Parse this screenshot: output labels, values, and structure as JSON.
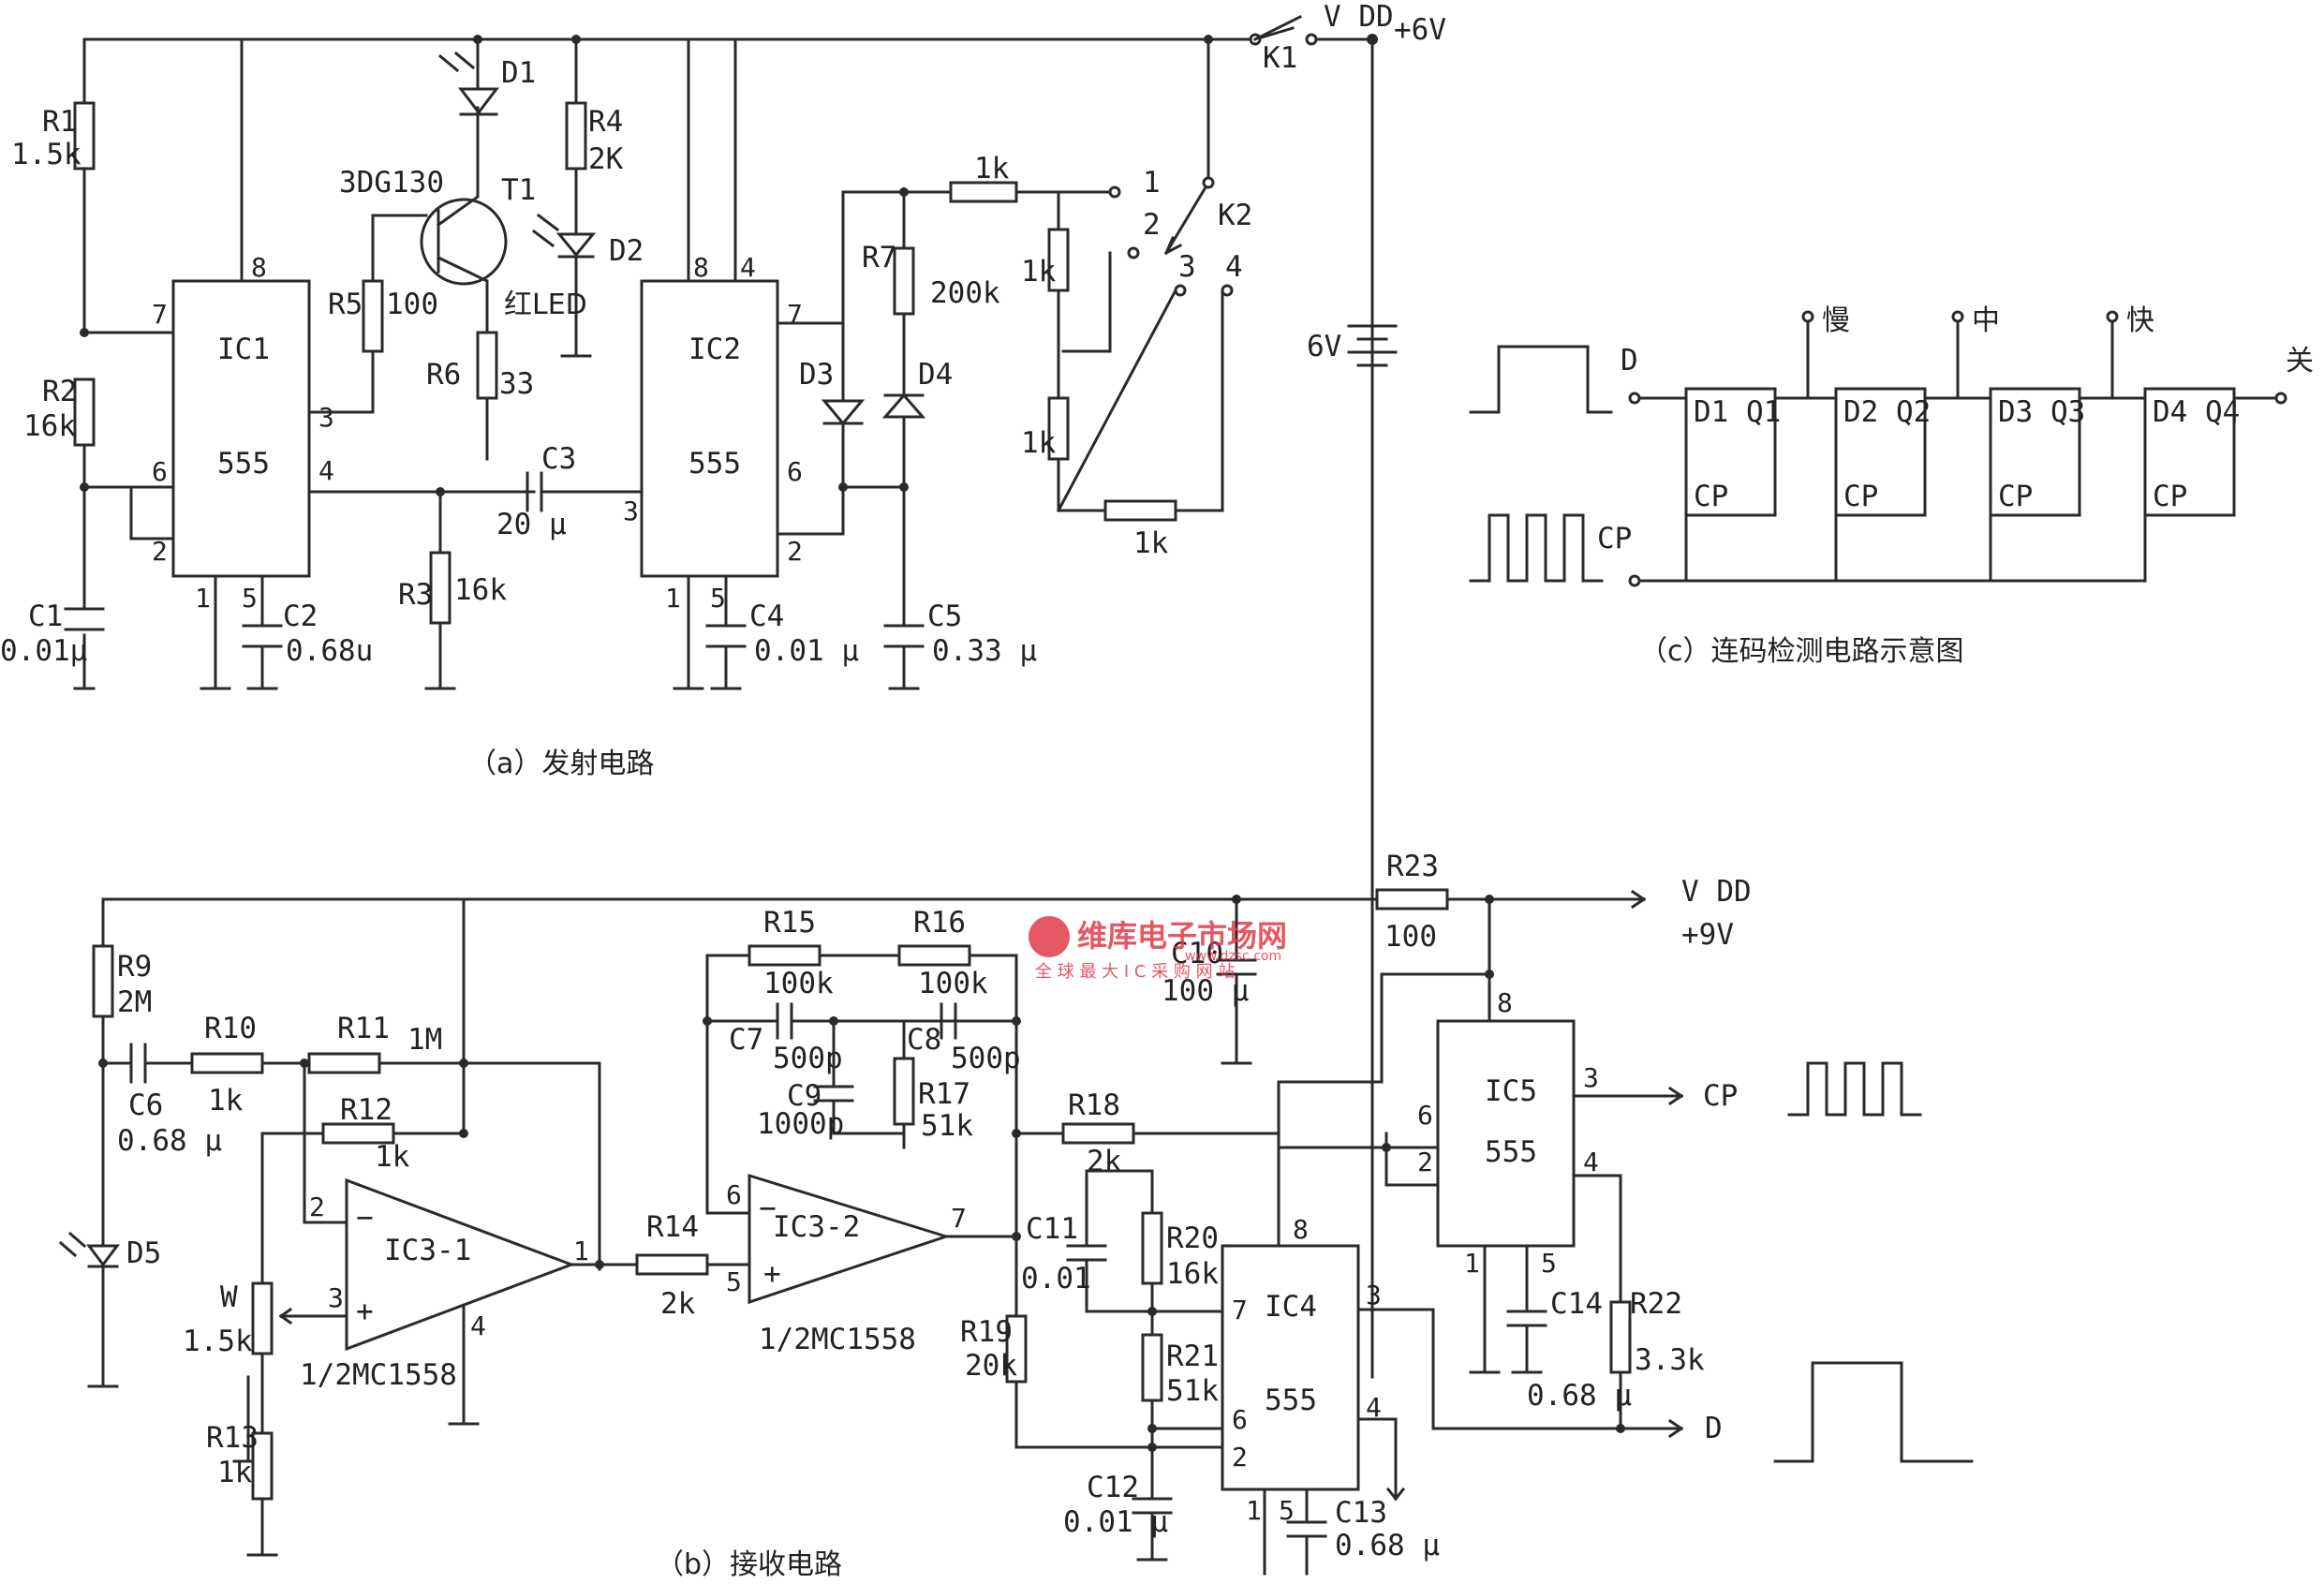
{
  "watermark": {
    "line1": "维库电子市场网",
    "line2": "全 球 最 大 I C 采 购 网 站",
    "url": "www.dzsc.com",
    "color": "#e03a4a"
  },
  "captions": {
    "a": "（a）发射电路",
    "b": "（b）接收电路",
    "c": "（c）连码检测电路示意图"
  },
  "power": {
    "vdd_a": "V DD",
    "vdd_a_val": "+6V",
    "k1": "K1",
    "battery": "6V",
    "vdd_b": "V DD",
    "vdd_b_val": "+9V"
  },
  "ic1": {
    "name": "IC1",
    "type": "555",
    "pins": [
      "8",
      "7",
      "6",
      "2",
      "1",
      "5",
      "3",
      "4"
    ]
  },
  "ic2": {
    "name": "IC2",
    "type": "555",
    "pins": [
      "8",
      "4",
      "7",
      "6",
      "3",
      "2",
      "1",
      "5"
    ]
  },
  "ic4": {
    "name": "IC4",
    "type": "555",
    "pins": [
      "8",
      "7",
      "6",
      "2",
      "1",
      "5",
      "3",
      "4"
    ]
  },
  "ic5": {
    "name": "IC5",
    "type": "555",
    "pins": [
      "8",
      "6",
      "2",
      "1",
      "5",
      "3",
      "4"
    ]
  },
  "op1": {
    "name": "IC3-1",
    "part": "1/2MC1558",
    "pins": [
      "2",
      "3",
      "1",
      "4"
    ],
    "minus": "−",
    "plus": "+"
  },
  "op2": {
    "name": "IC3-2",
    "part": "1/2MC1558",
    "pins": [
      "6",
      "5",
      "7"
    ],
    "minus": "−",
    "plus": "+"
  },
  "parts_a": {
    "r1": "R1",
    "r1v": "1.5k",
    "r2": "R2",
    "r2v": "16k",
    "r3": "R3",
    "r3v": "16k",
    "r4": "R4",
    "r4v": "2K",
    "r5": "R5",
    "r5v": "100",
    "r6": "R6",
    "r6v": "33",
    "r7": "R7",
    "r7v": "200k",
    "c1": "C1",
    "c1v": "0.01μ",
    "c2": "C2",
    "c2v": "0.68u",
    "c3": "C3",
    "c3v": "20 μ",
    "c4": "C4",
    "c4v": "0.01 μ",
    "c5": "C5",
    "c5v": "0.33 μ",
    "d1": "D1",
    "d2": "D2",
    "d3": "D3",
    "d4": "D4",
    "t1": "T1",
    "t1type": "3DG130",
    "redled": "红LED",
    "k2": "K2",
    "k_1": "1",
    "k_2": "2",
    "k_3": "3",
    "k_4": "4",
    "rk1": "1k",
    "rk2": "1k",
    "rk3": "1k",
    "rk4": "1k"
  },
  "parts_b": {
    "r9": "R9",
    "r9v": "2M",
    "r10": "R10",
    "r10v": "1k",
    "r11": "R11",
    "r11v": "1M",
    "r12": "R12",
    "r12v": "1k",
    "r13": "R13",
    "r13v": "1k",
    "r14": "R14",
    "r14v": "2k",
    "r15": "R15",
    "r15v": "100k",
    "r16": "R16",
    "r16v": "100k",
    "r17": "R17",
    "r17v": "51k",
    "r18": "R18",
    "r18v": "2k",
    "r19": "R19",
    "r19v": "20k",
    "r20": "R20",
    "r20v": "16k",
    "r21": "R21",
    "r21v": "51k",
    "r22": "R22",
    "r22v": "3.3k",
    "r23": "R23",
    "r23v": "100",
    "c6": "C6",
    "c6v": "0.68 μ",
    "c7": "C7",
    "c7v": "500p",
    "c8": "C8",
    "c8v": "500p",
    "c9": "C9",
    "c9v": "1000p",
    "c10": "C10",
    "c10v": "100 μ",
    "c11": "C11",
    "c11v": "0.01",
    "c12": "C12",
    "c12v": "0.01 μ",
    "c13": "C13",
    "c13v": "0.68 μ",
    "c14": "C14",
    "c14v": "0.68 μ",
    "d5": "D5",
    "w": "W",
    "wv": "1.5k",
    "out_cp": "CP",
    "out_d": "D"
  },
  "parts_c": {
    "ff1": "D1 Q1",
    "ff2": "D2 Q2",
    "ff3": "D3 Q3",
    "ff4": "D4 Q4",
    "cp1": "CP",
    "cp2": "CP",
    "cp3": "CP",
    "cp4": "CP",
    "in_d": "D",
    "in_cp": "CP",
    "slow": "慢",
    "mid": "中",
    "fast": "快",
    "off": "关"
  }
}
